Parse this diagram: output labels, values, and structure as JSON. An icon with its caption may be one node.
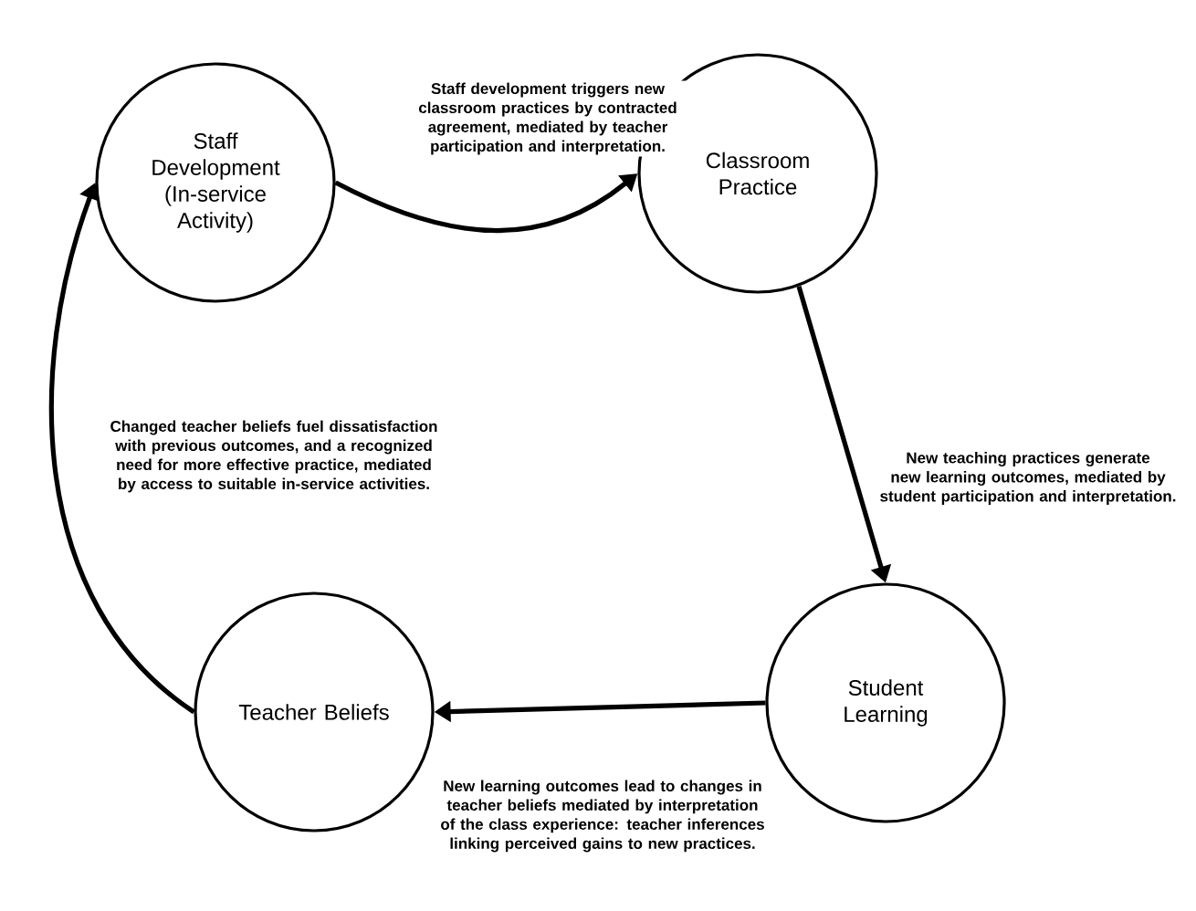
{
  "diagram": {
    "nodes": [
      {
        "text": [
          "Staff Development (In-service Activity)"
        ]
      },
      {
        "text": [
          "Classroom Practice"
        ]
      },
      {
        "text": [
          "Student Learning"
        ]
      },
      {
        "text": [
          "Teacher Beliefs"
        ]
      }
    ],
    "edges": [
      {
        "from": 0,
        "to": 1,
        "arrow": "to",
        "label": "Staff development triggers new classroom practices by contracted agreement, mediated by teacher participation and interpretation."
      },
      {
        "from": 1,
        "to": 2,
        "arrow": "to",
        "label": "New teaching practices generate new learning outcomes, mediated by student participation and interpretation."
      },
      {
        "from": 2,
        "to": 3,
        "arrow": "to",
        "label": "New learning outcomes lead to changes in teacher beliefs mediated by interpretation of the class experience: teacher inferences linking perceived gains to new practices."
      },
      {
        "from": 3,
        "to": 0,
        "arrow": "to",
        "label": "Changed teacher beliefs fuel dissatisfaction with previous outcomes, and a recognized need for more effective practice, mediated by access to suitable in-service activities."
      }
    ]
  }
}
